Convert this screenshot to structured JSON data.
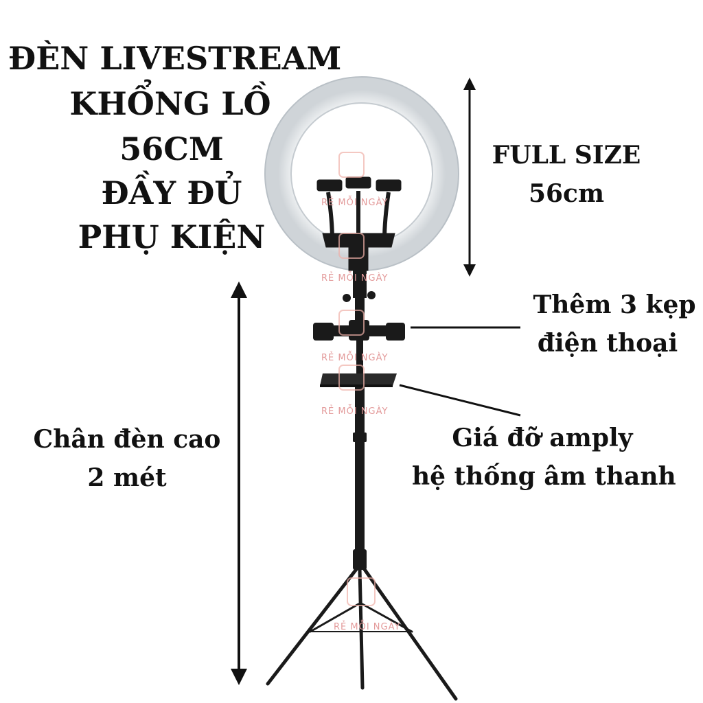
{
  "title_lines": [
    "ĐÈN LIVESTREAM",
    "KHỔNG LỒ",
    "56CM",
    "ĐẦY ĐỦ",
    "PHỤ KIỆN"
  ],
  "full_size": [
    "FULL SIZE",
    "56cm"
  ],
  "clamps": [
    "Thêm 3 kẹp",
    "điện thoại"
  ],
  "stand": [
    "Chân đèn cao",
    "2 mét"
  ],
  "amp_holder": [
    "Giá đỡ amply",
    "hệ thống âm thanh"
  ],
  "watermark": "RẺ MỖI NGÀY",
  "colors": {
    "text": "#111111",
    "ring": "#e9ecee",
    "ring_edge": "#9aa3aa",
    "metal": "#1a1a1a",
    "watermark": "#e39a9a"
  }
}
